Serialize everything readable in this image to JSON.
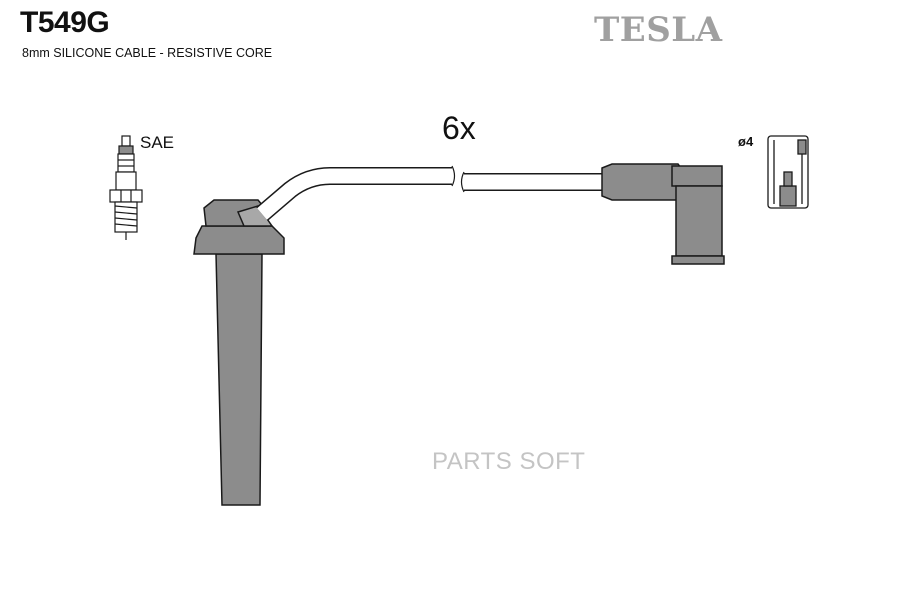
{
  "header": {
    "part_number": "T549G",
    "subtitle": "8mm SILICONE CABLE - RESISTIVE CORE",
    "brand": "TESLA"
  },
  "diagram": {
    "spark_plug_label": "SAE",
    "quantity_label": "6x",
    "terminal_label": "ø4"
  },
  "watermark": "PARTS SOFT",
  "colors": {
    "component_fill": "#8c8c8c",
    "outline": "#1a1a1a",
    "brand_gray": "#a0a0a0",
    "watermark_gray": "#c4c4c4"
  }
}
